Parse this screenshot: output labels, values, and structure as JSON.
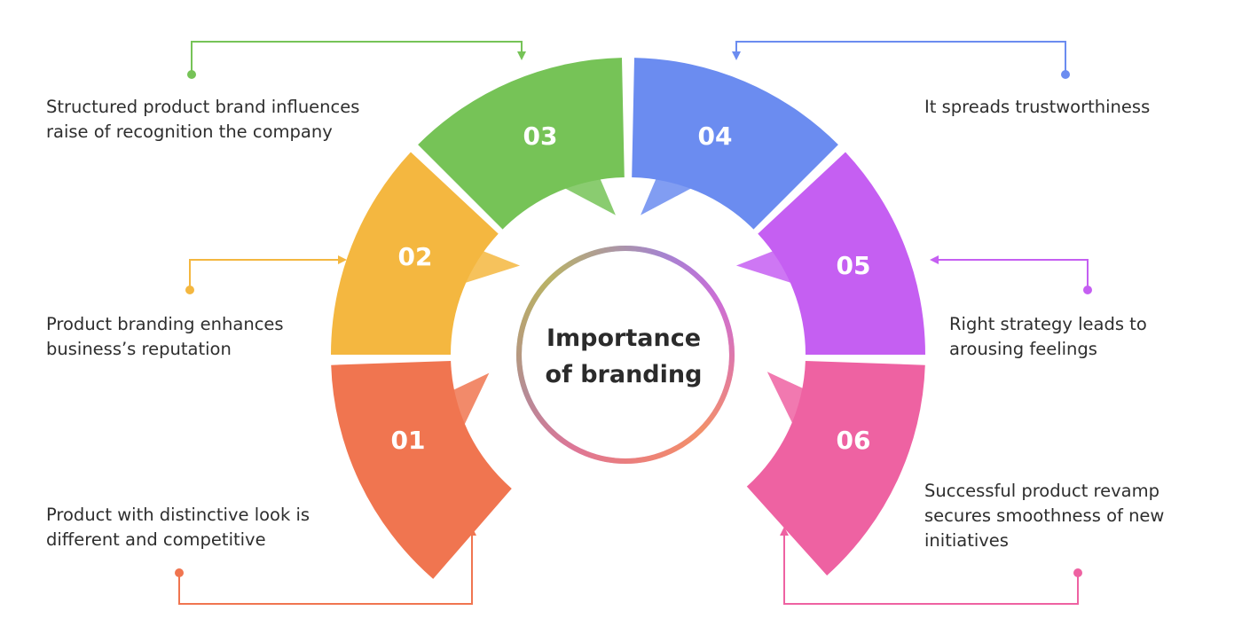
{
  "center": {
    "title_line1": "Importance",
    "title_line2": "of branding"
  },
  "items": [
    {
      "number": "01",
      "color": "#f07550",
      "lines": [
        "Product with distinctive look is",
        "different and competitive"
      ]
    },
    {
      "number": "02",
      "color": "#f4b740",
      "lines": [
        "Product branding enhances",
        "business’s reputation"
      ]
    },
    {
      "number": "03",
      "color": "#76c357",
      "lines": [
        "Structured product brand influences",
        "raise of recognition the company"
      ]
    },
    {
      "number": "04",
      "color": "#6b8cf0",
      "lines": [
        "It spreads trustworthiness"
      ]
    },
    {
      "number": "05",
      "color": "#c55ff2",
      "lines": [
        "Right strategy leads to",
        "arousing feelings"
      ]
    },
    {
      "number": "06",
      "color": "#ee62a2",
      "lines": [
        "Successful product revamp",
        "secures smoothness of new",
        "initiatives"
      ]
    }
  ]
}
